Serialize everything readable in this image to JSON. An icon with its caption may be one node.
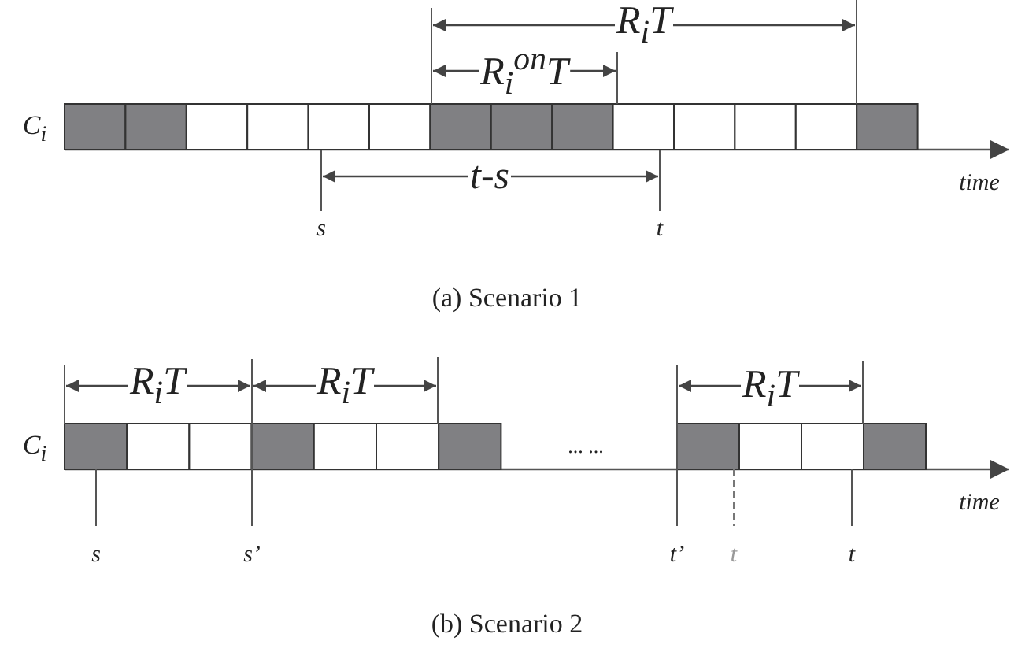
{
  "diagram": {
    "labels": [
      "R$_{i}$T",
      "R$_{i}$$^{on}$T",
      "C$_{i}$",
      "t-s",
      "time",
      "s",
      "t",
      "(a) Scenario 1",
      "R$_{i}$T",
      "R$_{i}$T",
      "R$_{i}$T",
      "C$_{i}$",
      "... ...",
      "time",
      "s",
      "s’",
      "t’",
      "t",
      "t",
      "(b) Scenario 2"
    ]
  }
}
